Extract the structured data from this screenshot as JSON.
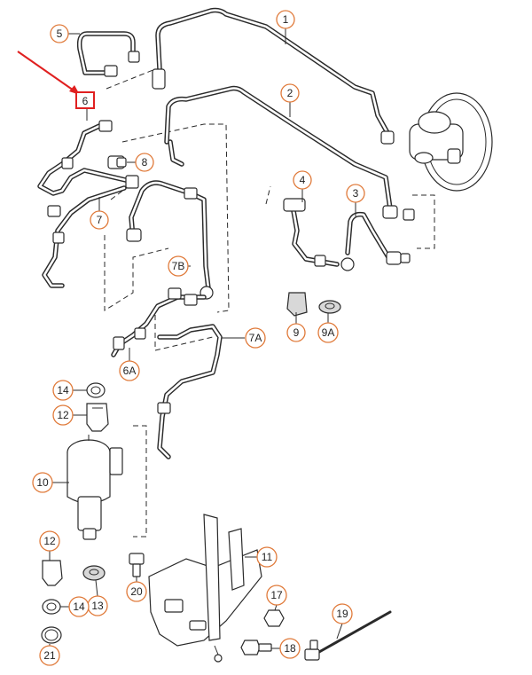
{
  "callouts": [
    {
      "id": "c1",
      "label": "1"
    },
    {
      "id": "c2",
      "label": "2"
    },
    {
      "id": "c3",
      "label": "3"
    },
    {
      "id": "c4",
      "label": "4"
    },
    {
      "id": "c5",
      "label": "5"
    },
    {
      "id": "c6",
      "label": "6"
    },
    {
      "id": "c6a",
      "label": "6A"
    },
    {
      "id": "c7",
      "label": "7"
    },
    {
      "id": "c7a",
      "label": "7A"
    },
    {
      "id": "c7b",
      "label": "7B"
    },
    {
      "id": "c8",
      "label": "8"
    },
    {
      "id": "c9",
      "label": "9"
    },
    {
      "id": "c9a",
      "label": "9A"
    },
    {
      "id": "c10",
      "label": "10"
    },
    {
      "id": "c11",
      "label": "11"
    },
    {
      "id": "c12a",
      "label": "12"
    },
    {
      "id": "c12b",
      "label": "12"
    },
    {
      "id": "c13",
      "label": "13"
    },
    {
      "id": "c14a",
      "label": "14"
    },
    {
      "id": "c14b",
      "label": "14"
    },
    {
      "id": "c17",
      "label": "17"
    },
    {
      "id": "c18",
      "label": "18"
    },
    {
      "id": "c19",
      "label": "19"
    },
    {
      "id": "c20",
      "label": "20"
    },
    {
      "id": "c21",
      "label": "21"
    }
  ],
  "highlight": {
    "label": "6",
    "color": "#e02020"
  },
  "colors": {
    "callout_ring": "#e07a3a",
    "line": "#2a2a2a",
    "arrow": "#e02020"
  }
}
